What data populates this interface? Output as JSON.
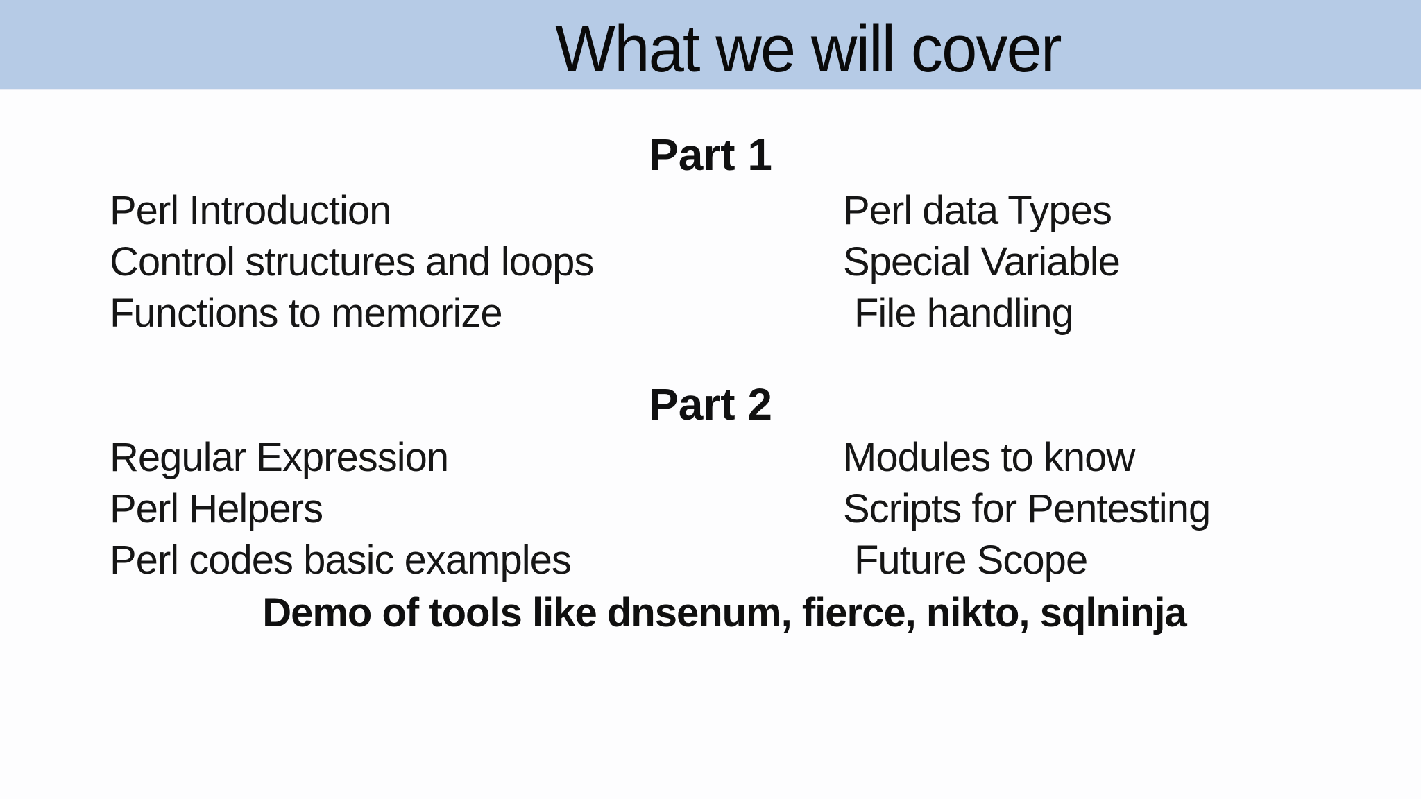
{
  "slide": {
    "title": "What we will cover",
    "banner_color": "#b6cbe6",
    "text_color": "#121212",
    "sections": [
      {
        "heading": "Part 1",
        "left_items": [
          "Perl Introduction",
          "Control structures and loops",
          "Functions to memorize"
        ],
        "right_items": [
          "Perl data Types",
          "Special Variable",
          "File handling"
        ]
      },
      {
        "heading": "Part 2",
        "left_items": [
          "Regular Expression",
          "Perl Helpers",
          "Perl codes basic examples"
        ],
        "right_items": [
          "Modules to know",
          "Scripts for Pentesting",
          "Future Scope"
        ]
      }
    ],
    "footer_bold": "Demo of tools like dnsenum, fierce, nikto, sqlninja"
  }
}
